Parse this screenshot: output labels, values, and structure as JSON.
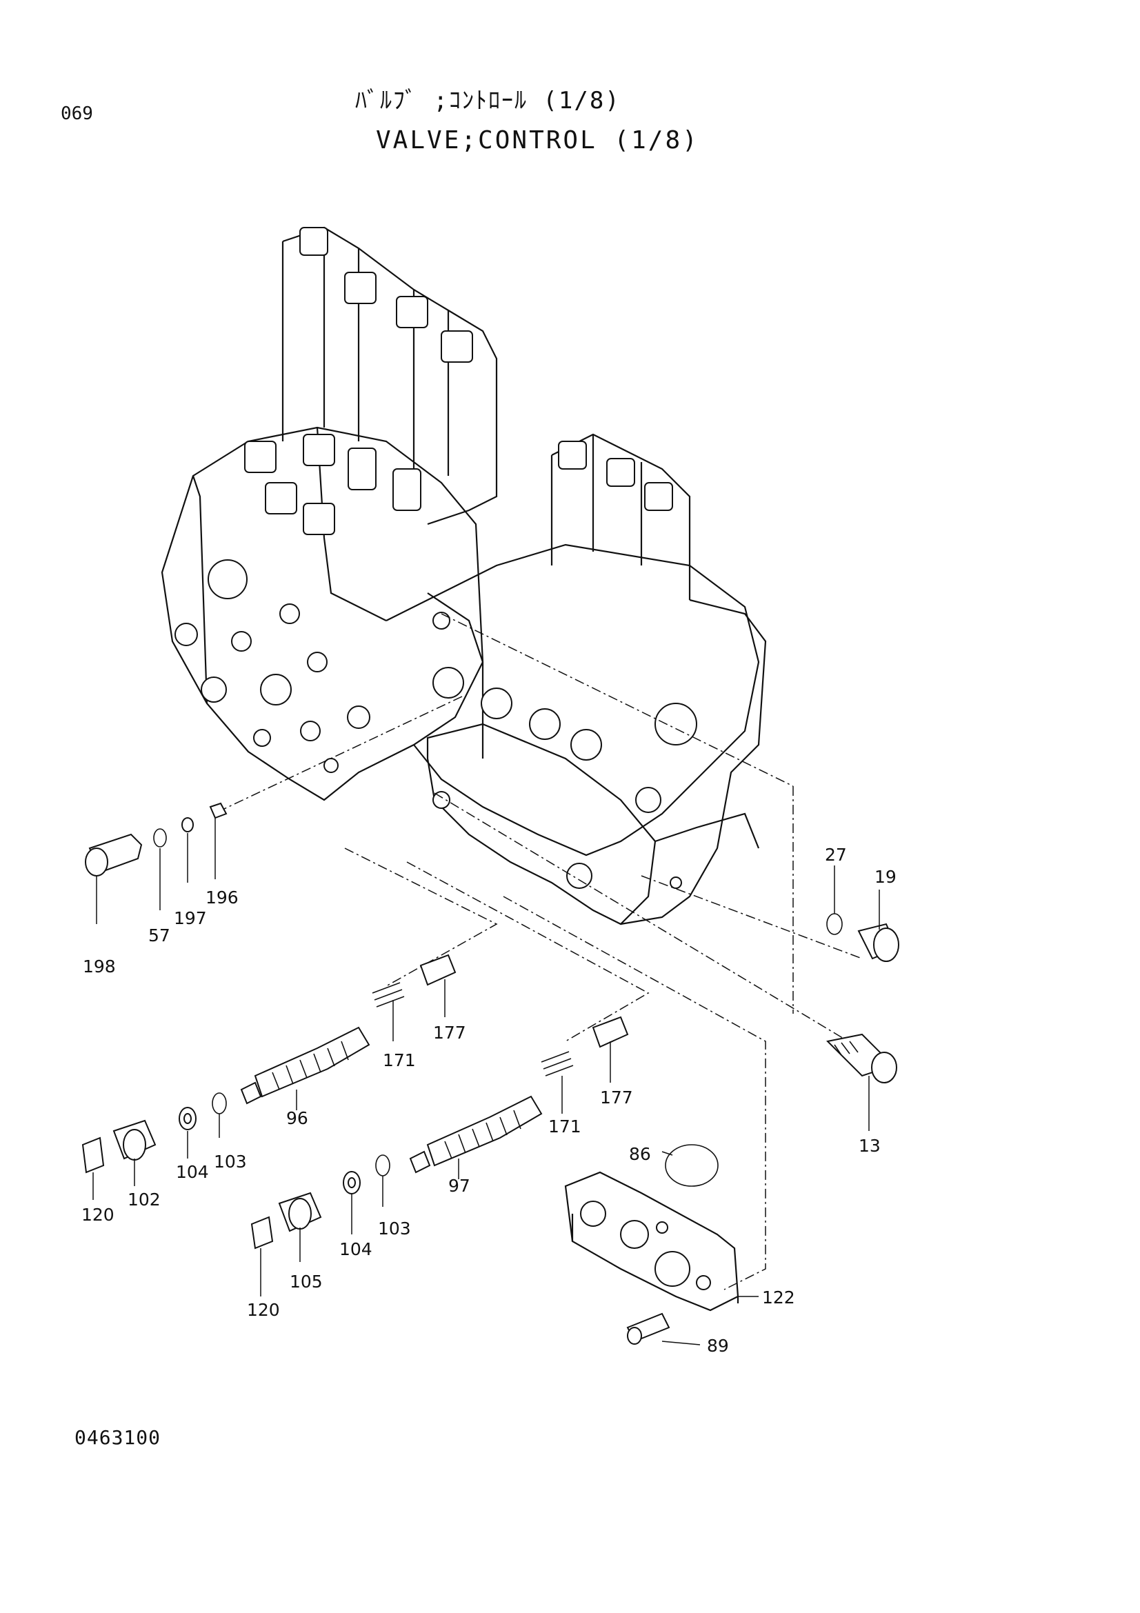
{
  "page_number": "069",
  "title_japanese": "ﾊﾞﾙﾌﾞ ;ｺﾝﾄﾛｰﾙ (1/8)",
  "title_english": "VALVE;CONTROL (1/8)",
  "drawing_code": "0463100",
  "callouts": {
    "c198": "198",
    "c57": "57",
    "c197": "197",
    "c196": "196",
    "c27": "27",
    "c19": "19",
    "c177a": "177",
    "c171a": "171",
    "c96": "96",
    "c177b": "177",
    "c171b": "171",
    "c97": "97",
    "c13": "13",
    "c86": "86",
    "c120a": "120",
    "c102": "102",
    "c104a": "104",
    "c103a": "103",
    "c105": "105",
    "c104b": "104",
    "c103b": "103",
    "c120b": "120",
    "c122": "122",
    "c89": "89"
  }
}
